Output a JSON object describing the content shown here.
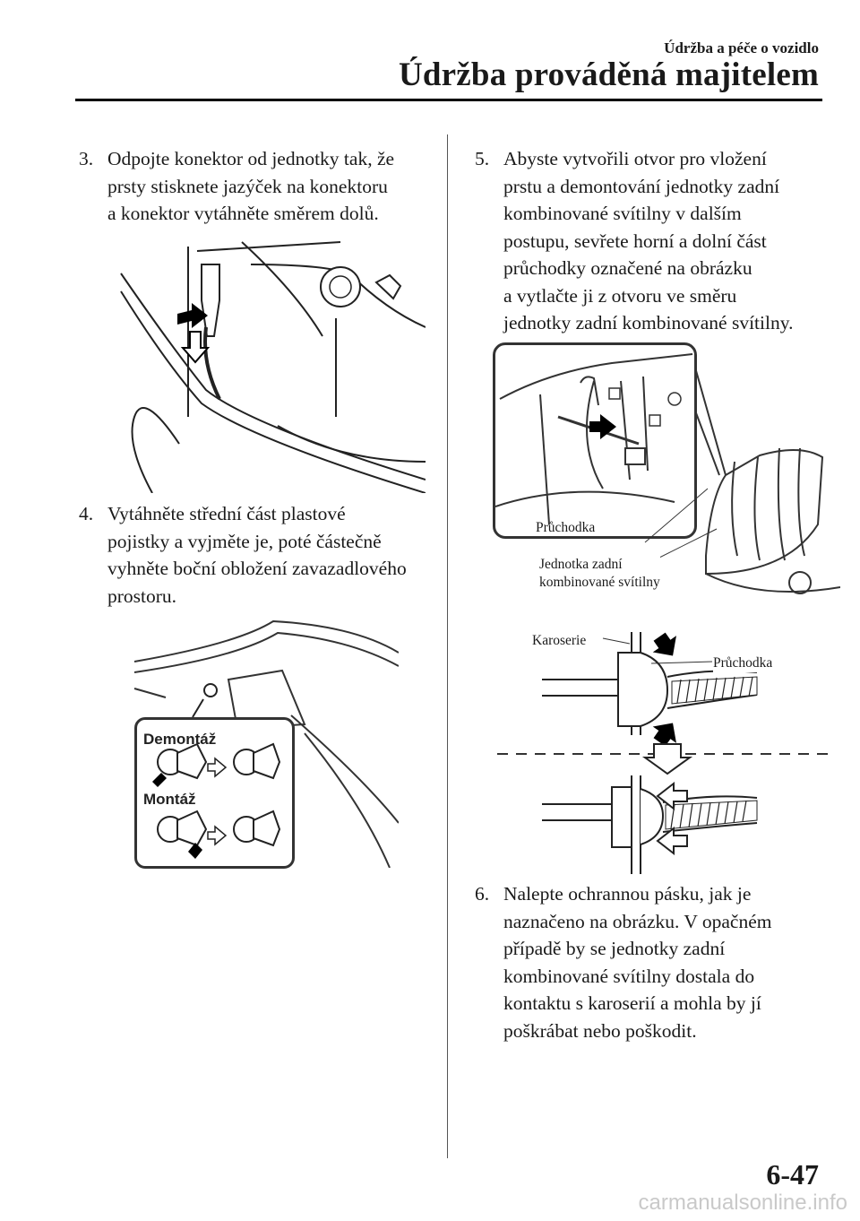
{
  "header": {
    "section": "Údržba a péče o vozidlo",
    "title": "Údržba prováděná majitelem"
  },
  "steps": [
    {
      "num": "3.",
      "text": "Odpojte konektor od jednotky tak, že\nprsty stisknete jazýček na konektoru\na konektor vytáhněte směrem dolů."
    },
    {
      "num": "4.",
      "text": "Vytáhněte střední část plastové\npojistky a vyjměte je, poté částečně\nvyhněte boční obložení zavazadlového\nprostoru."
    },
    {
      "num": "5.",
      "text": "Abyste vytvořili otvor pro vložení\nprstu a demontování jednotky zadní\nkombinované svítilny v dalším\npostupu, sevřete horní a dolní část\nprůchodky označené na obrázku\na vytlačte ji z otvoru ve směru\njednotky zadní kombinované svítilny."
    },
    {
      "num": "6.",
      "text": "Nalepte ochrannou pásku, jak je\nnaznačeno na obrázku. V opačném\npřípadě by se jednotky zadní\nkombinované svítilny dostala do\nkontaktu s karoserií a mohla by jí\npoškrábat nebo poškodit."
    }
  ],
  "figure2": {
    "label_remove": "Demontáž",
    "label_install": "Montáž"
  },
  "figure3": {
    "label_grommet": "Průchodka",
    "label_unit": "Jednotka zadní\nkombinované svítilny"
  },
  "figure4": {
    "label_body": "Karoserie",
    "label_grommet": "Průchodka"
  },
  "page_number": "6-47",
  "watermark": "carmanualsonline.info"
}
